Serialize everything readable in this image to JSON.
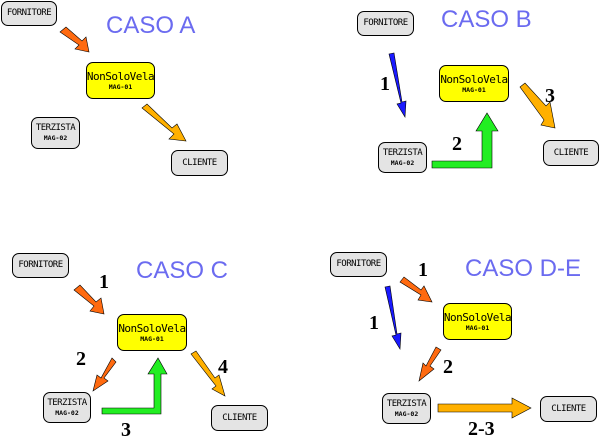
{
  "colors": {
    "title": "#6b6bf0",
    "box_fill": "#e4e4e4",
    "main_fill": "#ffff00",
    "arrow_orange_red": "#ff6a10",
    "arrow_orange": "#ffb000",
    "arrow_blue": "#1a1aff",
    "arrow_green": "#22ee22"
  },
  "labels": {
    "fornitore": "FORNITORE",
    "main_name": "NonSoloVela",
    "main_code": "MAG-01",
    "terzista": "TERZISTA",
    "terzista_code": "MAG-02",
    "cliente": "CLIENTE"
  },
  "panels": [
    {
      "title": "CASO A",
      "steps": []
    },
    {
      "title": "CASO B",
      "steps": [
        "1",
        "2",
        "3"
      ]
    },
    {
      "title": "CASO C",
      "steps": [
        "1",
        "2",
        "3",
        "4"
      ]
    },
    {
      "title": "CASO D-E",
      "steps": [
        "1",
        "1",
        "2",
        "2-3"
      ]
    }
  ]
}
